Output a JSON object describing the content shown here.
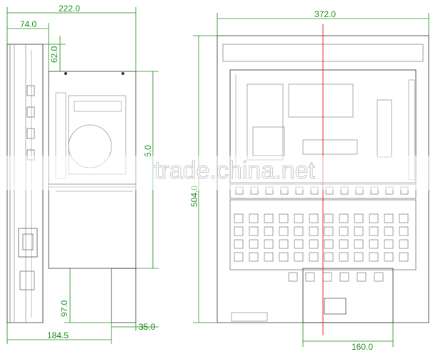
{
  "watermark": "trade.china.net",
  "dimensions": {
    "side_total_width": "222.0",
    "side_bezel_width": "74.0",
    "side_top_offset": "62.0",
    "side_box_height": "5.0",
    "side_lower_height": "97.0",
    "side_foot_width": "35.0",
    "side_bottom_width": "184.5",
    "front_width": "372.0",
    "front_height": "504.0",
    "front_base_width": "160.0"
  },
  "colors": {
    "dimension": "#1a8f1a",
    "centerline": "#e02020",
    "outline": "#333333",
    "detail": "#888888"
  }
}
